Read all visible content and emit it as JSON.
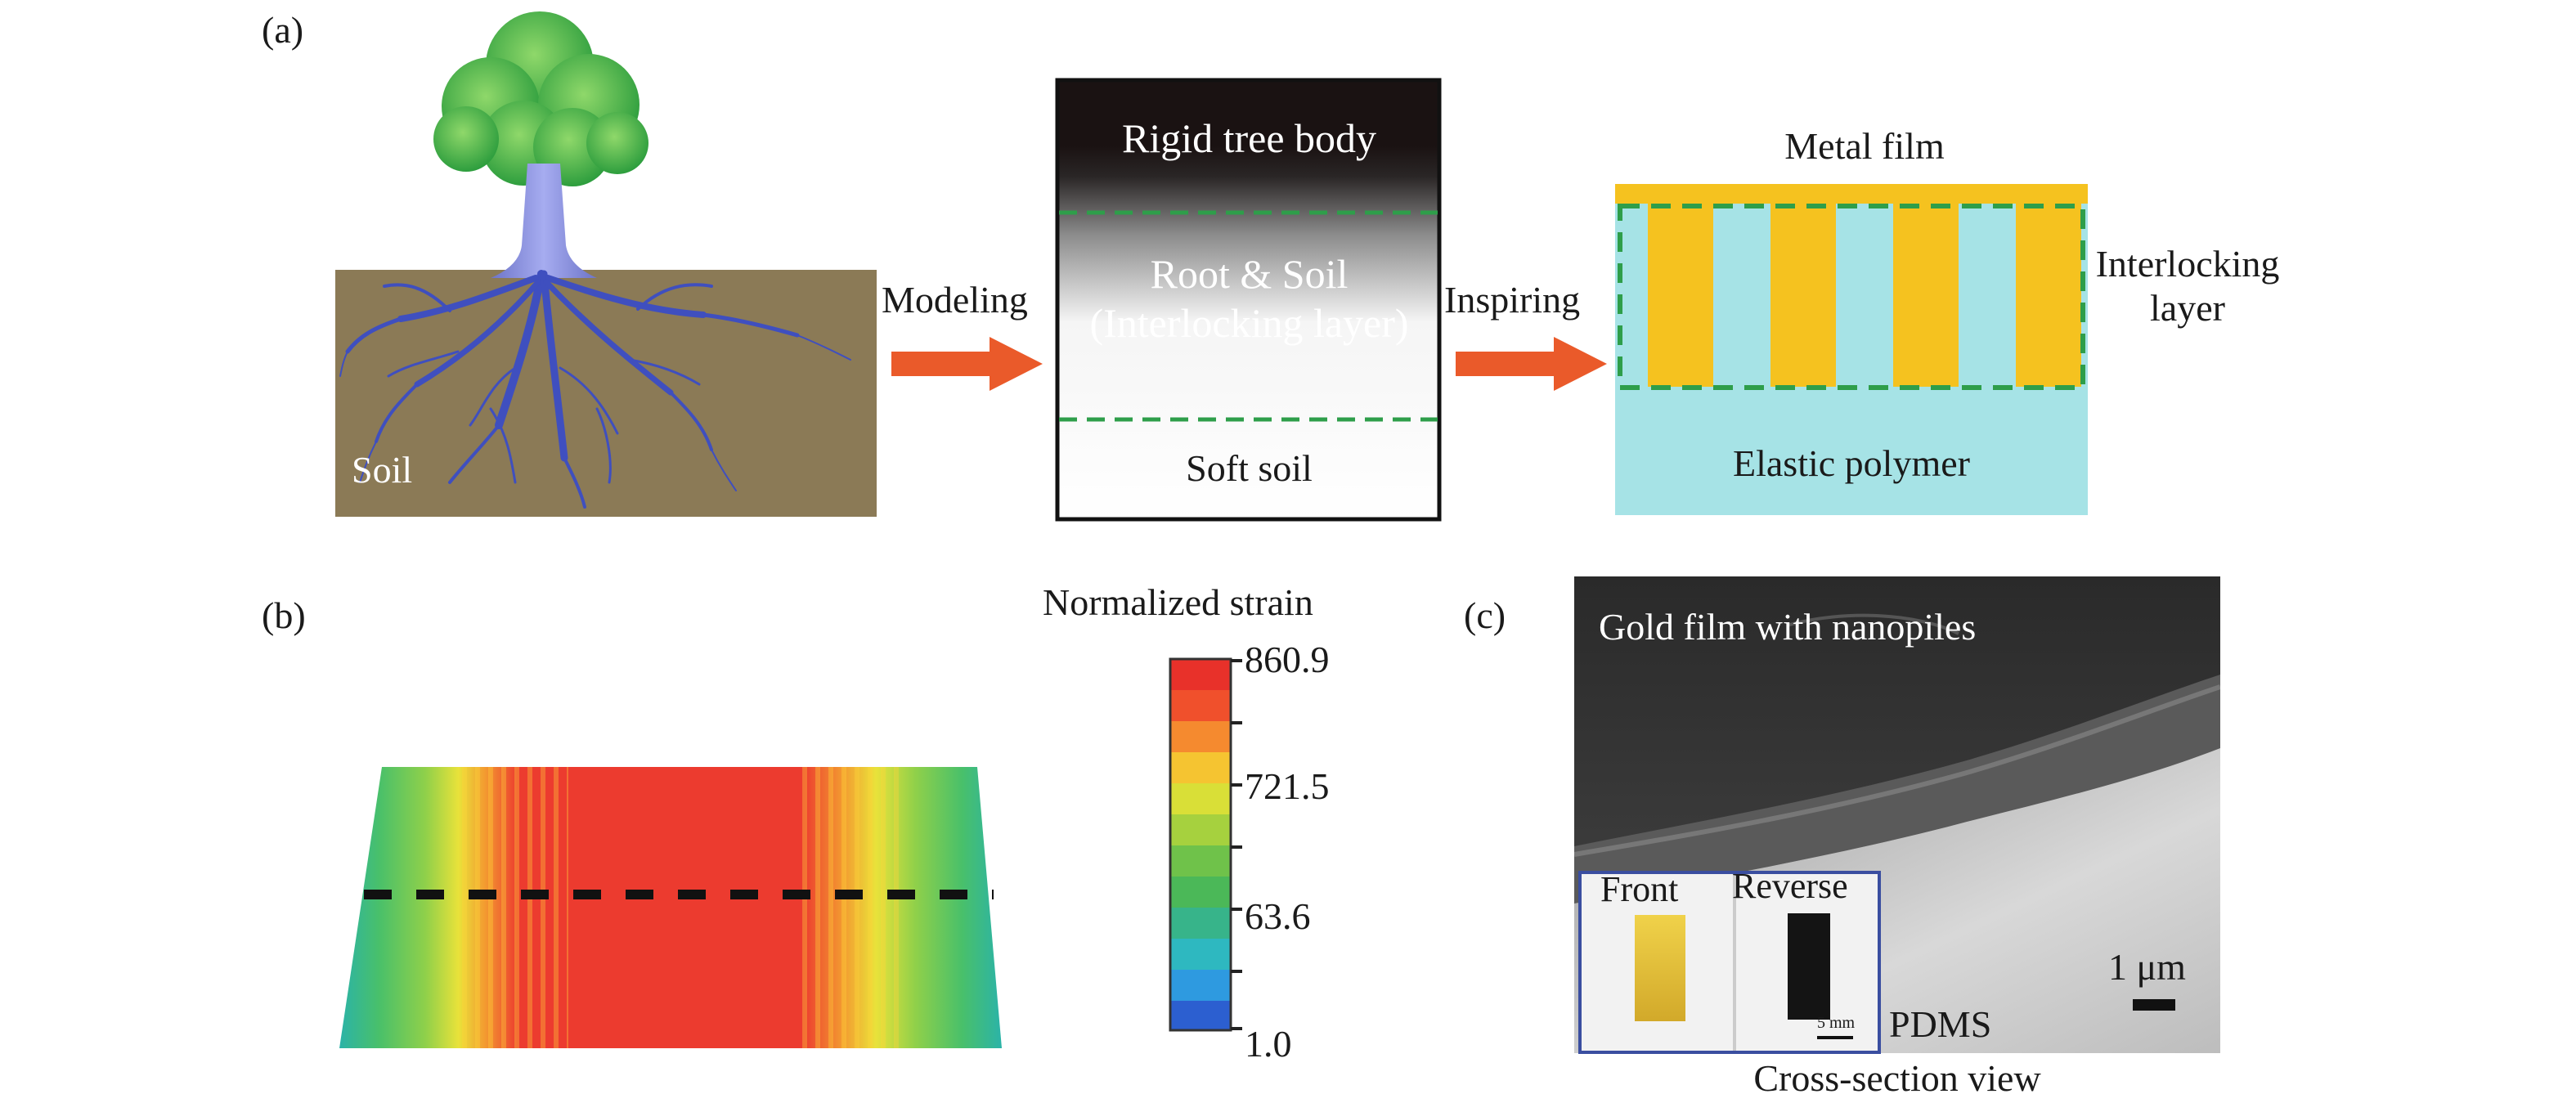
{
  "panel_a": {
    "label": "(a)",
    "soil_label": "Soil",
    "arrow1_label": "Modeling",
    "arrow2_label": "Inspiring",
    "model": {
      "top": "Rigid tree body",
      "middle_line1": "Root & Soil",
      "middle_line2": "(Interlocking layer)",
      "bottom": "Soft soil"
    },
    "structure": {
      "metal_label": "Metal film",
      "interlock_line1": "Interlocking",
      "interlock_line2": "layer",
      "polymer_label": "Elastic polymer"
    },
    "colors": {
      "soil": "#8b7a56",
      "roots": "#3f4fbf",
      "trunk": "#7f86d6",
      "foliage": "#4caf50",
      "arrow": "#ea5a2a",
      "gold": "#f5c21f",
      "polymer": "#a6e3e6",
      "dash": "#2e9e4a"
    }
  },
  "panel_b": {
    "label": "(b)",
    "colorbar_title": "Normalized strain",
    "ticks": [
      "860.9",
      "721.5",
      "63.6",
      "1.0"
    ]
  },
  "panel_c": {
    "label": "(c)",
    "sem_title": "Gold film with nanopiles",
    "inset_front": "Front",
    "inset_reverse": "Reverse",
    "inset_scale": "5 mm",
    "scale_bar": "1 μm",
    "pdms_label": "PDMS",
    "caption": "Cross-section view"
  }
}
